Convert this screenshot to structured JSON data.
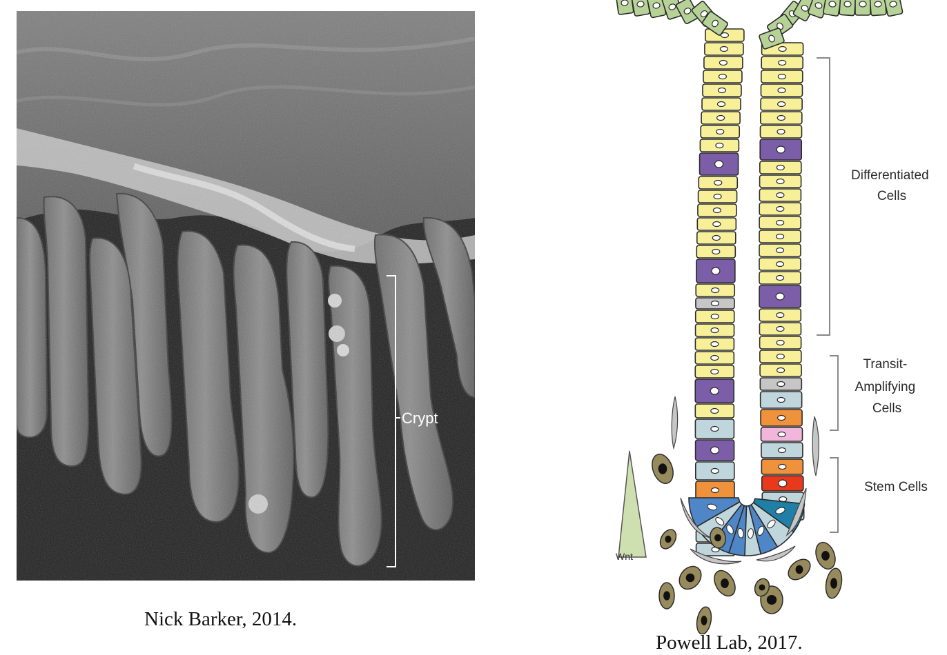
{
  "left_panel": {
    "caption": "Nick Barker, 2014.",
    "bracket_label": "Crypt"
  },
  "right_panel": {
    "caption": "Powell Lab, 2017.",
    "labels": {
      "differentiated": [
        "Differentiated",
        "Cells"
      ],
      "transit": [
        "Transit-",
        "Amplifying",
        "Cells"
      ],
      "stem": "Stem Cells",
      "gradient": "Wnt"
    }
  },
  "colors": {
    "villus_green": "#b7d296",
    "enterocyte_yellow": "#f7f099",
    "goblet_purple": "#7c5ea8",
    "transit_lightblue": "#bfd6dc",
    "stem_blue": "#4f86c7",
    "stem_teal": "#1f7fa6",
    "paneth_orange": "#f0913b",
    "red_cell": "#e8391d",
    "pink_cell": "#f2b6dd",
    "tuft_gray": "#c6c6c6",
    "stromal_olive": "#978a5c",
    "wnt_gradient": "#cfe0b0"
  }
}
